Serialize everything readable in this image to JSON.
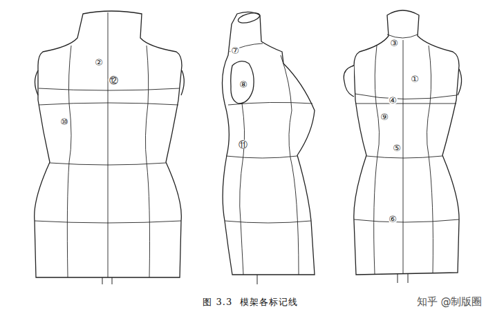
{
  "diagram": {
    "caption": "图 3.3  模架各标记线",
    "labels": [
      "②",
      "⑫",
      "⑩",
      "⑦",
      "⑧",
      "⑪",
      "③",
      "①",
      "④",
      "⑨",
      "⑤",
      "⑥",
      "知乎 @制版圈"
    ]
  }
}
